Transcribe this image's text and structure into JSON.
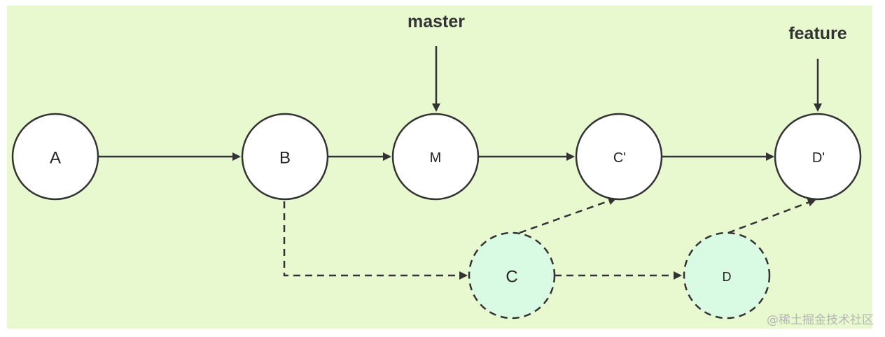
{
  "nodes": {
    "A": "A",
    "B": "B",
    "M": "M",
    "C_prime": "C'",
    "D_prime": "D'",
    "C": "C",
    "D": "D"
  },
  "refs": {
    "master": "master",
    "feature": "feature"
  },
  "watermark": "@稀土掘金技术社区",
  "colors": {
    "background": "#e9f9cf",
    "node_fill": "#ffffff",
    "old_commit_fill": "#d9fbe3",
    "stroke": "#333333"
  }
}
